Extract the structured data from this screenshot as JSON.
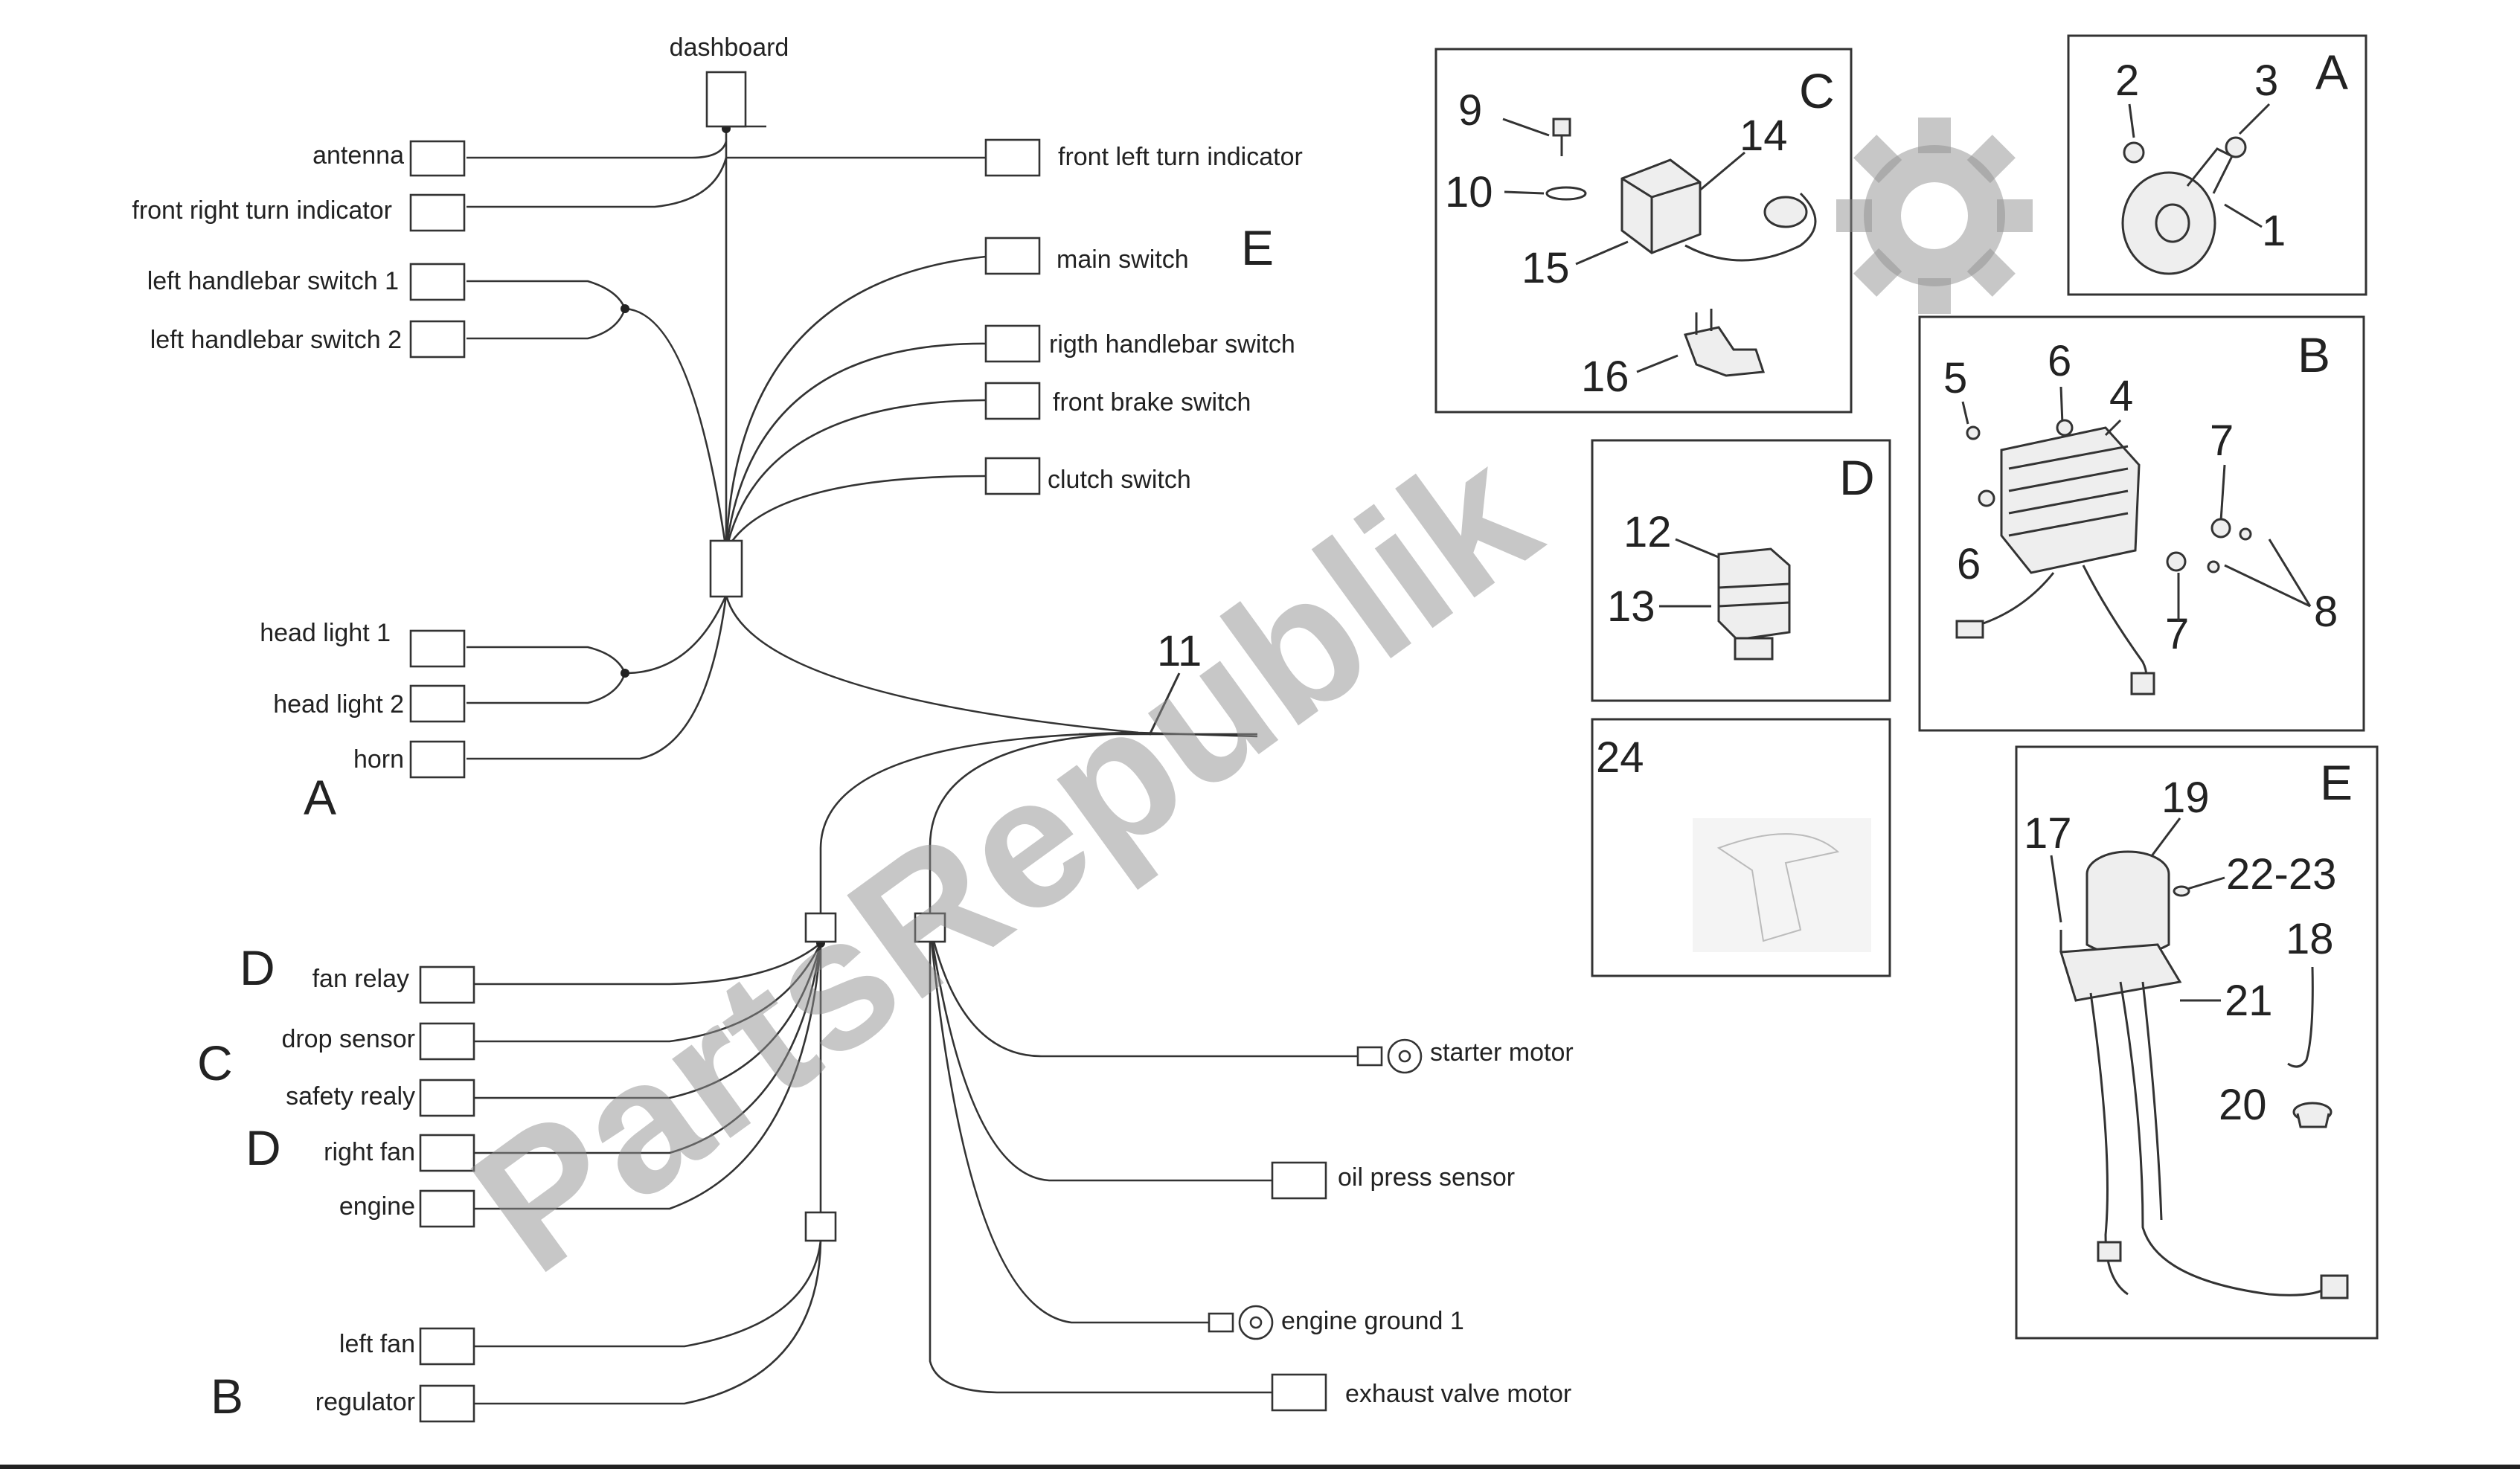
{
  "wiring": {
    "dashboard": "dashboard",
    "left_labels": {
      "antenna": "antenna",
      "front_right_turn_indicator": "front right turn indicator",
      "left_handlebar_switch_1": "left handlebar switch 1",
      "left_handlebar_switch_2": "left handlebar switch 2",
      "head_light_1": "head light 1",
      "head_light_2": "head light 2",
      "horn": "horn",
      "fan_relay": "fan relay",
      "drop_sensor": "drop sensor",
      "safety_realy": "safety realy",
      "right_fan": "right fan",
      "engine": "engine",
      "left_fan": "left fan",
      "regulator": "regulator"
    },
    "right_labels": {
      "front_left_turn_indicator": "front left turn indicator",
      "main_switch": "main switch",
      "rigth_handlebar_switch": "rigth handlebar switch",
      "front_brake_switch": "front brake switch",
      "clutch_switch": "clutch switch",
      "starter_motor": "starter motor",
      "oil_press_sensor": "oil press sensor",
      "engine_ground_1": "engine ground 1",
      "exhaust_valve_motor": "exhaust valve motor"
    },
    "section_letters": {
      "A": "A",
      "B": "B",
      "C": "C",
      "D1": "D",
      "D2": "D",
      "E": "E"
    },
    "harness_number": "11"
  },
  "panels": {
    "C": {
      "letter": "C",
      "numbers": [
        "9",
        "10",
        "14",
        "15",
        "16"
      ]
    },
    "A": {
      "letter": "A",
      "numbers": [
        "2",
        "3",
        "1"
      ]
    },
    "B": {
      "letter": "B",
      "numbers": [
        "5",
        "6",
        "4",
        "6",
        "7",
        "7",
        "8"
      ]
    },
    "D": {
      "letter": "D",
      "numbers": [
        "12",
        "13"
      ]
    },
    "P24": {
      "number": "24"
    },
    "E": {
      "letter": "E",
      "numbers": [
        "17",
        "19",
        "22-23",
        "18",
        "21",
        "20"
      ]
    }
  },
  "watermark": "PartsRepublik"
}
